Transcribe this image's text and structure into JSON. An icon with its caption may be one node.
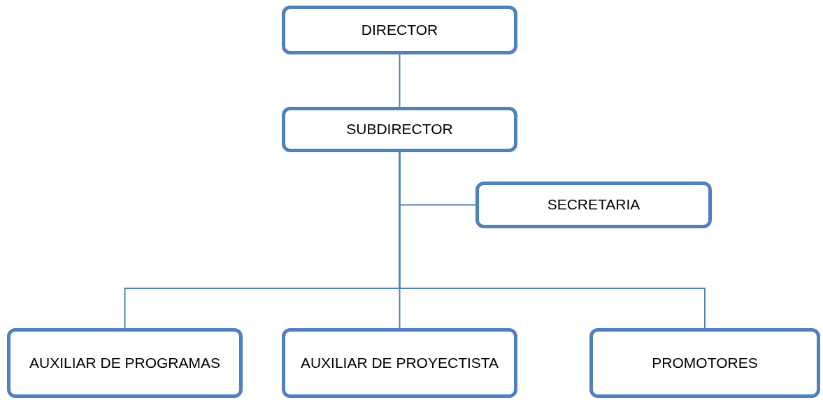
{
  "diagram": {
    "nodes": [
      {
        "text": [
          "DIRECTOR"
        ]
      },
      {
        "text": [
          "SUBDIRECTOR"
        ]
      },
      {
        "text": [
          "SECRETARIA"
        ]
      },
      {
        "text": [
          "AUXILIAR DE PROGRAMAS"
        ]
      },
      {
        "text": [
          "AUXILIAR DE PROYECTISTA"
        ]
      },
      {
        "text": [
          "PROMOTORES"
        ]
      }
    ],
    "edges": [
      {
        "from": 0,
        "to": 1,
        "arrow": "none"
      },
      {
        "from": 1,
        "to": 2,
        "arrow": "none"
      },
      {
        "from": 1,
        "to": 3,
        "arrow": "none"
      },
      {
        "from": 1,
        "to": 4,
        "arrow": "none"
      },
      {
        "from": 1,
        "to": 5,
        "arrow": "none"
      }
    ]
  }
}
